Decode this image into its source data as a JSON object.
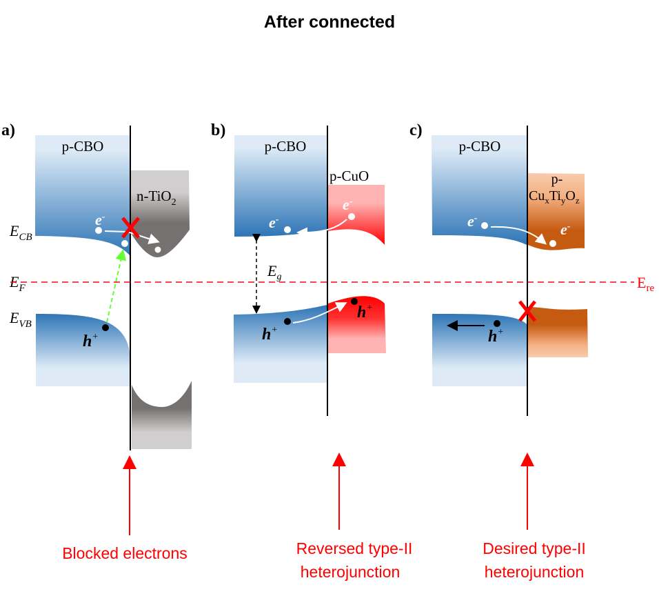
{
  "title": "After connected",
  "fermi_left_label": {
    "main": "E",
    "sub": "F"
  },
  "fermi_right_label": {
    "main": "E",
    "sub": "re"
  },
  "energy_labels": {
    "cb": {
      "main": "E",
      "sub": "CB"
    },
    "vb": {
      "main": "E",
      "sub": "VB"
    },
    "gap": {
      "main": "E",
      "sub": "g"
    }
  },
  "carriers": {
    "electron": "e",
    "electron_sup": "-",
    "hole": "h",
    "hole_sup": "+"
  },
  "panels": [
    {
      "letter": "a)",
      "left_material": "p-CBO",
      "right_material": {
        "main": "n-TiO",
        "sub": "2"
      },
      "caption": [
        "Blocked electrons"
      ]
    },
    {
      "letter": "b)",
      "left_material": "p-CBO",
      "right_material": {
        "main": "p-CuO"
      },
      "caption": [
        "Reversed type-II",
        "heterojunction"
      ]
    },
    {
      "letter": "c)",
      "left_material": "p-CBO",
      "right_material": {
        "line1": "p-",
        "cu": "Cu",
        "x": "x",
        "ti": "Ti",
        "y": "y",
        "o": "O",
        "z": "z"
      },
      "caption": [
        "Desired type-II",
        "heterojunction"
      ]
    }
  ],
  "colors": {
    "cbo": "#2e75b6",
    "tio2": "#767171",
    "cuo": "#ff0000",
    "cutio": "#c55a11",
    "fermi": "#ff0000",
    "arrow": "#ff0000",
    "recomb": "#66ff33"
  }
}
